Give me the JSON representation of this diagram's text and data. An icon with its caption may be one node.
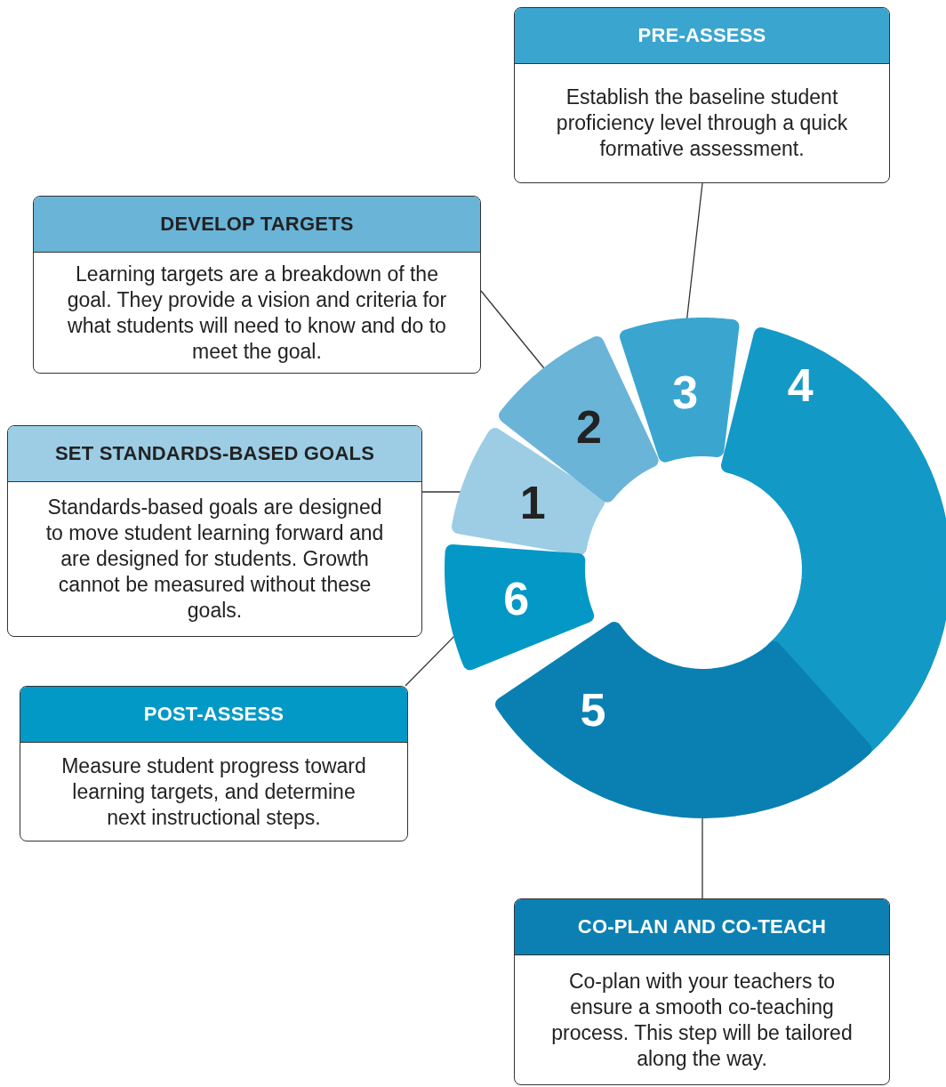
{
  "diagram": {
    "nodes": [
      {
        "text": [
          "PRE-ASSESS",
          "Establish the baseline student proficiency level through a quick formative assessment."
        ]
      },
      {
        "text": [
          "DEVELOP TARGETS",
          "Learning targets are a breakdown of the goal. They provide a vision and criteria for what students will need to know and do to meet the goal."
        ]
      },
      {
        "text": [
          "SET STANDARDS-BASED GOALS",
          "Standards-based goals are designed to move student learning forward and are designed for students. Growth cannot be measured without these goals."
        ]
      },
      {
        "text": [
          "POST-ASSESS",
          "Measure student progress toward learning targets, and determine next instructional steps."
        ]
      },
      {
        "text": [
          "CO-PLAN AND CO-TEACH",
          "Co-plan with your teachers to ensure a smooth co-teaching process. This step will be tailored along the way."
        ]
      },
      {
        "text": [
          "1"
        ]
      },
      {
        "text": [
          "2"
        ]
      },
      {
        "text": [
          "3"
        ]
      },
      {
        "text": [
          "4"
        ]
      },
      {
        "text": [
          "5"
        ]
      },
      {
        "text": [
          "6"
        ]
      }
    ],
    "edges": [
      {
        "from": 0,
        "to": 7,
        "arrow": "none"
      },
      {
        "from": 1,
        "to": 6,
        "arrow": "none"
      },
      {
        "from": 2,
        "to": 5,
        "arrow": "none"
      },
      {
        "from": 3,
        "to": 10,
        "arrow": "none"
      },
      {
        "from": 4,
        "to": 9,
        "arrow": "none"
      }
    ]
  }
}
